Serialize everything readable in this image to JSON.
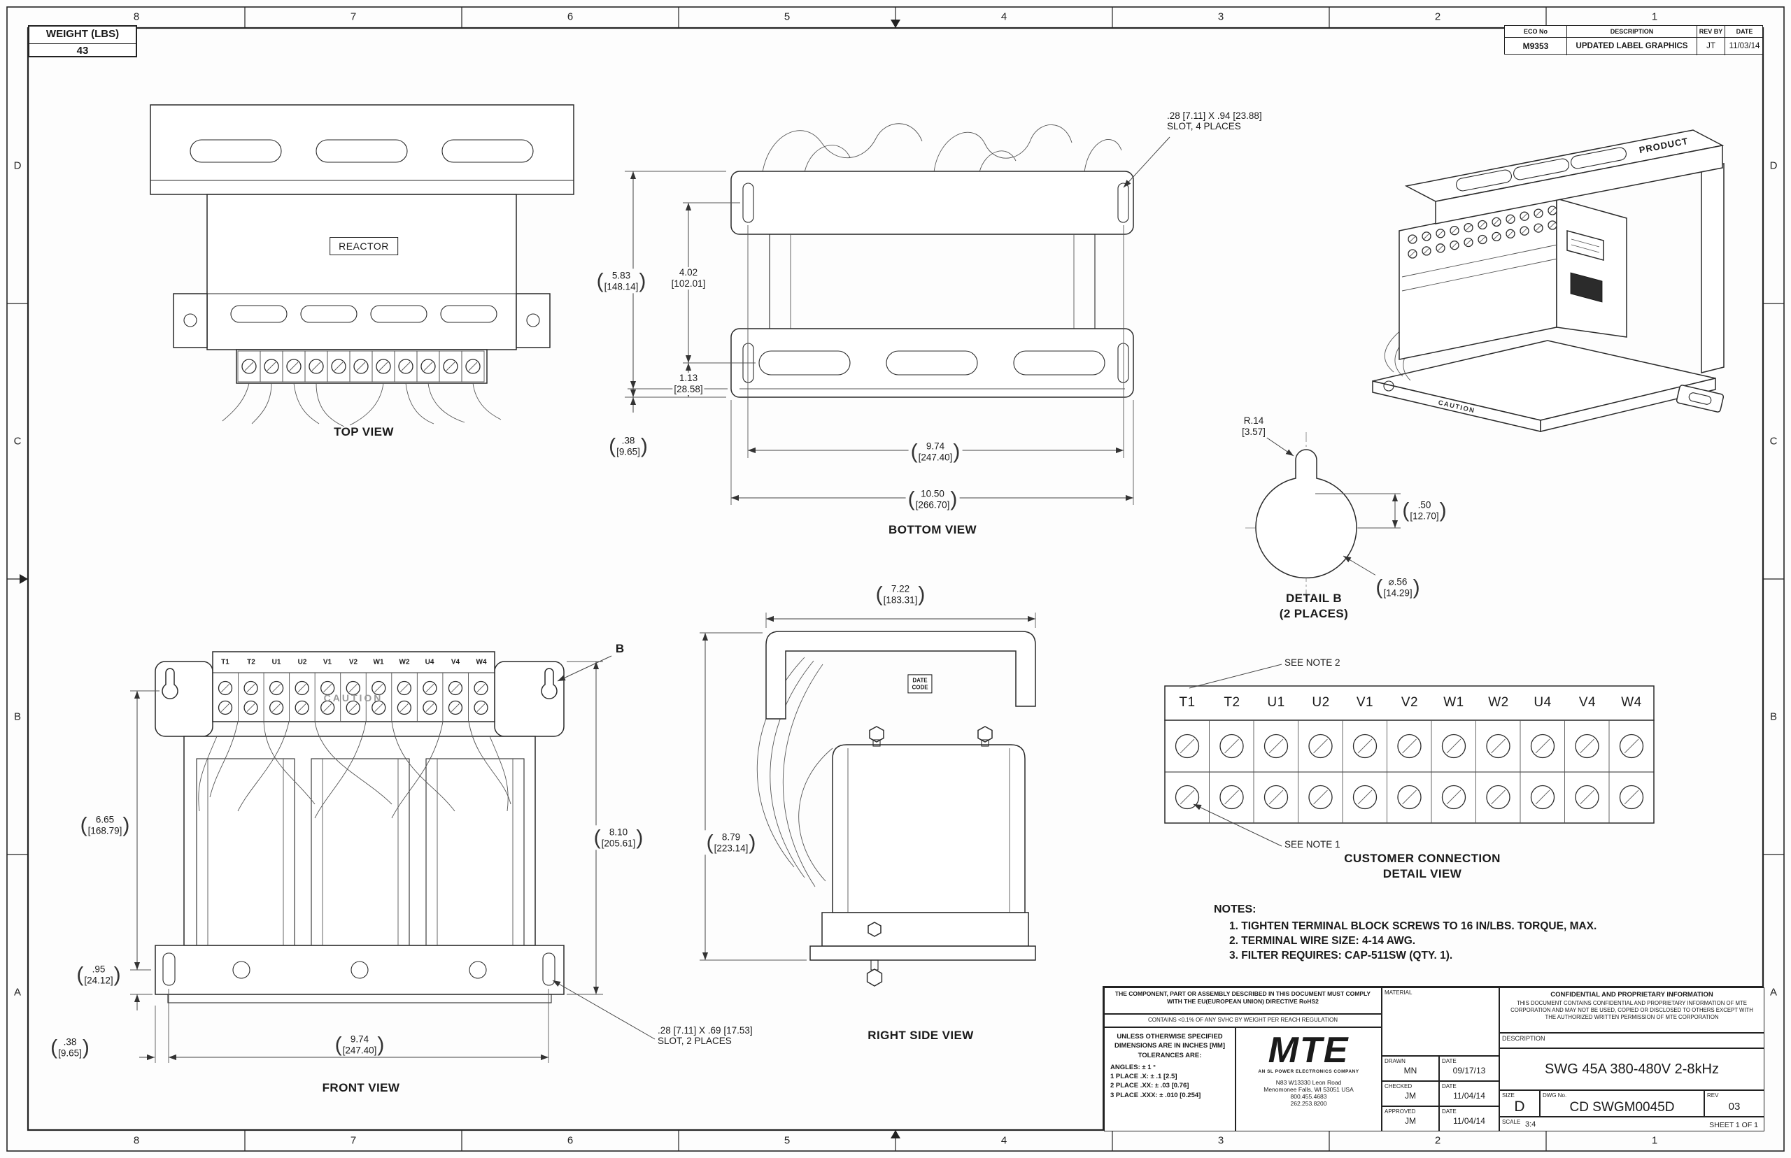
{
  "meta": {
    "weight_label": "WEIGHT (LBS)",
    "weight_value": "43"
  },
  "zones": {
    "top": [
      "8",
      "7",
      "6",
      "5",
      "4",
      "3",
      "2",
      "1"
    ],
    "left": [
      "D",
      "C",
      "B",
      "A"
    ]
  },
  "revision_table": {
    "col_eco": "ECO No",
    "col_desc": "DESCRIPTION",
    "col_rev_by": "REV BY",
    "col_date": "DATE",
    "row": {
      "eco": "M9353",
      "desc": "UPDATED LABEL GRAPHICS",
      "rev_by": "JT",
      "date": "11/03/14"
    }
  },
  "terminals": [
    "T1",
    "T2",
    "U1",
    "U2",
    "V1",
    "V2",
    "W1",
    "W2",
    "U4",
    "V4",
    "W4"
  ],
  "views": {
    "top_view": {
      "title": "TOP VIEW",
      "reactor_label": "REACTOR"
    },
    "bottom_view": {
      "title": "BOTTOM VIEW",
      "slot_note_1": ".28 [7.11] X .94 [23.88]",
      "slot_note_2": "SLOT, 4 PLACES",
      "dim_402_in": "4.02",
      "dim_402_mm": "[102.01]",
      "dim_583_in": "5.83",
      "dim_583_mm": "[148.14]",
      "dim_113_in": "1.13",
      "dim_113_mm": "[28.58]",
      "dim_038_in": ".38",
      "dim_038_mm": "[9.65]",
      "dim_974_in": "9.74",
      "dim_974_mm": "[247.40]",
      "dim_1050_in": "10.50",
      "dim_1050_mm": "[266.70]"
    },
    "iso_view": {
      "product_label": "PRODUCT",
      "caution_label": "CAUTION"
    },
    "detail_b": {
      "title_1": "DETAIL B",
      "title_2": "(2 PLACES)",
      "dim_r14_in": "R.14",
      "dim_r14_mm": "[3.57]",
      "dim_050_in": ".50",
      "dim_050_mm": "[12.70]",
      "dim_d56_in": "⌀.56",
      "dim_d56_mm": "[14.29]"
    },
    "front_view": {
      "title": "FRONT VIEW",
      "caution_label": "CAUTION",
      "b_callout": "B",
      "dim_665_in": "6.65",
      "dim_665_mm": "[168.79]",
      "dim_095_in": ".95",
      "dim_095_mm": "[24.12]",
      "dim_038_in": ".38",
      "dim_038_mm": "[9.65]",
      "dim_974_in": "9.74",
      "dim_974_mm": "[247.40]",
      "dim_810_in": "8.10",
      "dim_810_mm": "[205.61]",
      "slot_note_1": ".28 [7.11] X .69 [17.53]",
      "slot_note_2": "SLOT, 2 PLACES"
    },
    "right_view": {
      "title": "RIGHT SIDE VIEW",
      "date_code_1": "DATE",
      "date_code_2": "CODE",
      "dim_722_in": "7.22",
      "dim_722_mm": "[183.31]",
      "dim_879_in": "8.79",
      "dim_879_mm": "[223.14]"
    },
    "connection_view": {
      "title_1": "CUSTOMER CONNECTION",
      "title_2": "DETAIL VIEW",
      "see_note_1": "SEE NOTE 1",
      "see_note_2": "SEE NOTE 2"
    }
  },
  "notes": {
    "title": "NOTES:",
    "items": [
      "1.  TIGHTEN TERMINAL BLOCK SCREWS TO 16 IN/LBS. TORQUE, MAX.",
      "2.  TERMINAL WIRE SIZE: 4-14 AWG.",
      "3.  FILTER REQUIRES: CAP-511SW (QTY. 1)."
    ]
  },
  "title_block": {
    "compliance_1": "THE COMPONENT, PART OR ASSEMBLY DESCRIBED IN THIS DOCUMENT MUST COMPLY WITH THE EU(EUROPEAN UNION) DIRECTIVE RoHS2",
    "compliance_2": "CONTAINS <0.1% OF ANY SVHC BY WEIGHT PER REACH REGULATION",
    "tol_header": "UNLESS OTHERWISE SPECIFIED DIMENSIONS ARE IN INCHES [MM] TOLERANCES ARE:",
    "tol_angles": "ANGLES: ± 1 °",
    "tol_1place": "1 PLACE .X: ± .1 [2.5]",
    "tol_2place": "2 PLACE .XX: ± .03 [0.76]",
    "tol_3place": "3 PLACE .XXX: ± .010 [0.254]",
    "logo_text": "MTE",
    "logo_tagline": "AN SL POWER ELECTRONICS COMPANY",
    "address_1": "N83 W13330 Leon Road",
    "address_2": "Menomonee Falls, WI 53051 USA",
    "address_3": "800.455.4683",
    "address_4": "262.253.8200",
    "material_label": "MATERIAL",
    "drawn_label": "DRAWN",
    "drawn_name": "MN",
    "drawn_date_label": "DATE",
    "drawn_date": "09/17/13",
    "checked_label": "CHECKED",
    "checked_name": "JM",
    "checked_date_label": "DATE",
    "checked_date": "11/04/14",
    "approved_label": "APPROVED",
    "approved_name": "JM",
    "approved_date_label": "DATE",
    "approved_date": "11/04/14",
    "confidential_title": "CONFIDENTIAL AND PROPRIETARY INFORMATION",
    "confidential_body": "THIS DOCUMENT CONTAINS CONFIDENTIAL AND PROPRIETARY INFORMATION OF MTE CORPORATION AND MAY NOT BE USED, COPIED OR DISCLOSED TO OTHERS EXCEPT WITH THE AUTHORIZED WRITTEN PERMISSION OF MTE CORPORATION",
    "description_label": "DESCRIPTION",
    "description": "SWG 45A 380-480V 2-8kHz",
    "size_label": "SIZE",
    "size": "D",
    "dwg_label": "DWG No.",
    "dwg_no": "CD SWGM0045D",
    "rev_label": "REV",
    "rev": "03",
    "scale_label": "SCALE",
    "scale": "3:4",
    "sheet": "SHEET 1  OF 1"
  }
}
